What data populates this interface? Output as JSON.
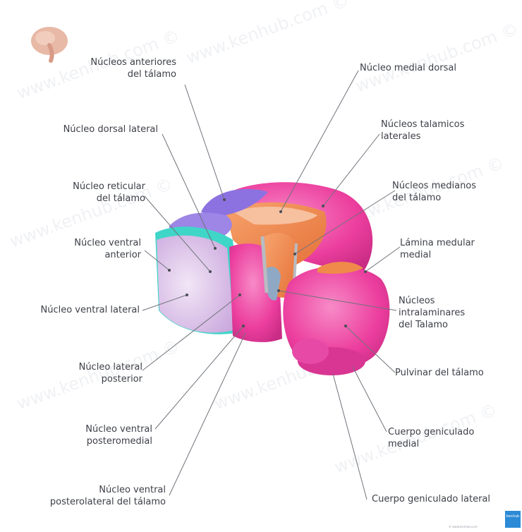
{
  "labels": {
    "anteriores": "Núcleos anteriores\ndel tálamo",
    "dorsal_lateral": "Núcleo dorsal lateral",
    "reticular": "Núcleo reticular\ndel tálamo",
    "ventral_anterior": "Núcleo ventral\nanterior",
    "ventral_lateral": "Núcleo ventral lateral",
    "lateral_posterior": "Núcleo lateral\nposterior",
    "ventral_posteromedial": "Núcleo ventral\nposteromedial",
    "ventral_posterolateral": "Núcleo ventral\nposterolateral del tálamo",
    "medial_dorsal": "Núcleo medial dorsal",
    "talamicos_laterales": "Núcleos talamicos\nlaterales",
    "medianos": "Núcleos medianos\ndel tálamo",
    "lamina_medular": "Lámina medular\nmedial",
    "intralaminares": "Núcleos\nintralaminares\ndel Talamo",
    "pulvinar": "Pulvinar del tálamo",
    "geniculado_medial": "Cuerpo geniculado\nmedial",
    "geniculado_lateral": "Cuerpo geniculado lateral"
  },
  "watermark": "www.kenhub.com ©",
  "badge": "kenhub",
  "copyright": "© www.kenhub.com",
  "colors": {
    "pink": "#ec3e9e",
    "pink_light": "#f56bb8",
    "orange": "#f08a4b",
    "orange_light": "#f7c09f",
    "violet": "#8c72e0",
    "teal": "#3fd6c8",
    "lilac": "#d9b9e6",
    "line": "#6f737a"
  }
}
